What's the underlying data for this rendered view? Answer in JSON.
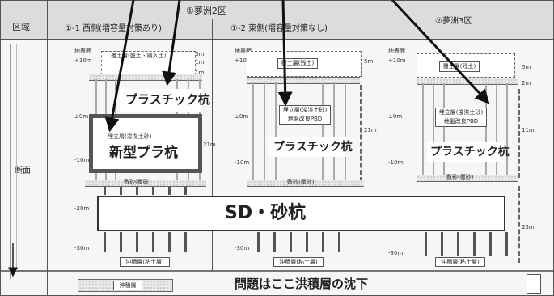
{
  "header": {
    "zone_label": "区域",
    "area2": "①夢洲2区",
    "west": "①-1 西側(増容量対策あり)",
    "east": "①-2 東側(増容量対策なし)",
    "area3": "②夢洲3区"
  },
  "row_label": "断面",
  "depth_labels": {
    "ground": "地表面",
    "p10": "+10m",
    "zero": "±0m",
    "m10": "-10m",
    "m20": "-20m",
    "m30": "-30m"
  },
  "dims": {
    "d5m": "5m",
    "d1m": "1m",
    "d2m": "2m",
    "d21m": "21m",
    "d11m": "11m",
    "d25m": "25m",
    "d3m": "3m"
  },
  "layers": {
    "cover_w": "覆土層(盛土・購入土)",
    "cover_e": "覆土層(残土)",
    "cover_3": "覆土層(残土)",
    "sand_mat": "敷砂(覆砂)",
    "fill_w": "埋立層(浚渫土砂)",
    "fill_e": "埋立層(浚渫土砂)\n地盤改良PBD",
    "fill_3": "埋立層(浚渫土砂)\n地盤改良PBD",
    "alluvial": "沖積層(粘土層)",
    "alluvial_small": "沖積層"
  },
  "labels": {
    "plastic": "プラスチック杭",
    "new_plastic": "新型プラ杭",
    "sd": "SD・砂杭",
    "problem": "問題はここ洪積層の沈下"
  }
}
